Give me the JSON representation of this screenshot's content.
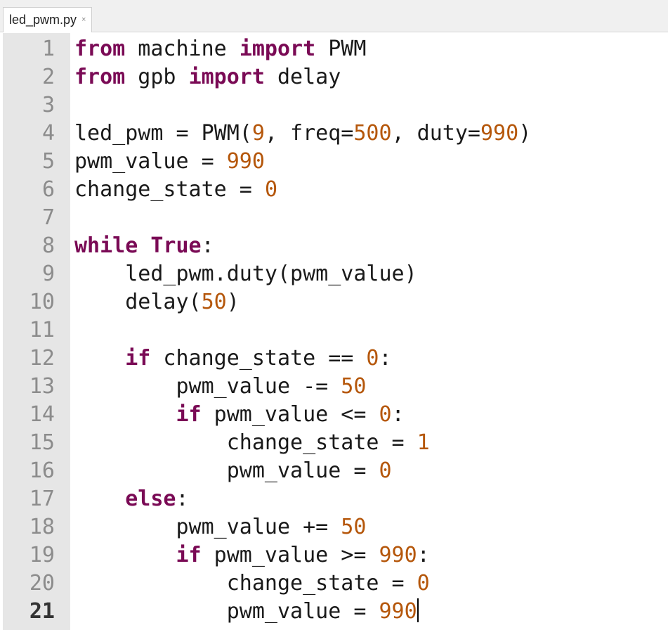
{
  "tab": {
    "title": "led_pwm.py",
    "close_glyph": "×"
  },
  "editor": {
    "current_line": 21,
    "lines": [
      {
        "n": "1",
        "tokens": [
          {
            "t": "from",
            "c": "kw"
          },
          {
            "t": " machine "
          },
          {
            "t": "import",
            "c": "kw"
          },
          {
            "t": " PWM"
          }
        ]
      },
      {
        "n": "2",
        "tokens": [
          {
            "t": "from",
            "c": "kw"
          },
          {
            "t": " gpb "
          },
          {
            "t": "import",
            "c": "kw"
          },
          {
            "t": " delay"
          }
        ]
      },
      {
        "n": "3",
        "tokens": []
      },
      {
        "n": "4",
        "tokens": [
          {
            "t": "led_pwm = PWM("
          },
          {
            "t": "9",
            "c": "num"
          },
          {
            "t": ", freq="
          },
          {
            "t": "500",
            "c": "num"
          },
          {
            "t": ", duty="
          },
          {
            "t": "990",
            "c": "num"
          },
          {
            "t": ")"
          }
        ]
      },
      {
        "n": "5",
        "tokens": [
          {
            "t": "pwm_value = "
          },
          {
            "t": "990",
            "c": "num"
          }
        ]
      },
      {
        "n": "6",
        "tokens": [
          {
            "t": "change_state = "
          },
          {
            "t": "0",
            "c": "num"
          }
        ]
      },
      {
        "n": "7",
        "tokens": []
      },
      {
        "n": "8",
        "tokens": [
          {
            "t": "while",
            "c": "kw"
          },
          {
            "t": " "
          },
          {
            "t": "True",
            "c": "kw"
          },
          {
            "t": ":"
          }
        ]
      },
      {
        "n": "9",
        "tokens": [
          {
            "t": "    led_pwm.duty(pwm_value)"
          }
        ]
      },
      {
        "n": "10",
        "tokens": [
          {
            "t": "    delay("
          },
          {
            "t": "50",
            "c": "num"
          },
          {
            "t": ")"
          }
        ]
      },
      {
        "n": "11",
        "tokens": []
      },
      {
        "n": "12",
        "tokens": [
          {
            "t": "    "
          },
          {
            "t": "if",
            "c": "kw"
          },
          {
            "t": " change_state == "
          },
          {
            "t": "0",
            "c": "num"
          },
          {
            "t": ":"
          }
        ]
      },
      {
        "n": "13",
        "tokens": [
          {
            "t": "        pwm_value -= "
          },
          {
            "t": "50",
            "c": "num"
          }
        ]
      },
      {
        "n": "14",
        "tokens": [
          {
            "t": "        "
          },
          {
            "t": "if",
            "c": "kw"
          },
          {
            "t": " pwm_value <= "
          },
          {
            "t": "0",
            "c": "num"
          },
          {
            "t": ":"
          }
        ]
      },
      {
        "n": "15",
        "tokens": [
          {
            "t": "            change_state = "
          },
          {
            "t": "1",
            "c": "num"
          }
        ]
      },
      {
        "n": "16",
        "tokens": [
          {
            "t": "            pwm_value = "
          },
          {
            "t": "0",
            "c": "num"
          }
        ]
      },
      {
        "n": "17",
        "tokens": [
          {
            "t": "    "
          },
          {
            "t": "else",
            "c": "kw"
          },
          {
            "t": ":"
          }
        ]
      },
      {
        "n": "18",
        "tokens": [
          {
            "t": "        pwm_value += "
          },
          {
            "t": "50",
            "c": "num"
          }
        ]
      },
      {
        "n": "19",
        "tokens": [
          {
            "t": "        "
          },
          {
            "t": "if",
            "c": "kw"
          },
          {
            "t": " pwm_value >= "
          },
          {
            "t": "990",
            "c": "num"
          },
          {
            "t": ":"
          }
        ]
      },
      {
        "n": "20",
        "tokens": [
          {
            "t": "            change_state = "
          },
          {
            "t": "0",
            "c": "num"
          }
        ]
      },
      {
        "n": "21",
        "tokens": [
          {
            "t": "            pwm_value = "
          },
          {
            "t": "990",
            "c": "num"
          }
        ]
      }
    ]
  },
  "colors": {
    "keyword": "#7a0a55",
    "number": "#b5570b",
    "gutter_bg": "#e6e6e6",
    "line_number": "#8c8c8c"
  }
}
